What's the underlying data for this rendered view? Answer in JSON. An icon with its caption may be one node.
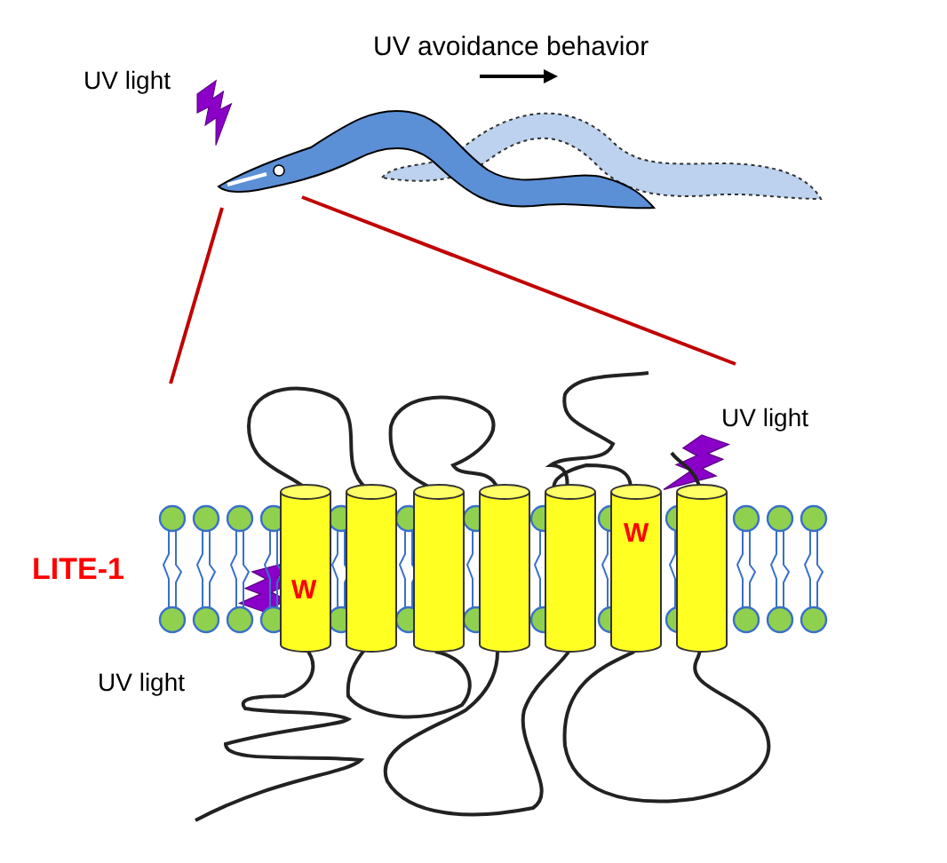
{
  "diagram": {
    "labels": [
      "UV avoidance behavior",
      "UV light",
      "UV light",
      "W",
      "LITE-1",
      "W",
      "UV light"
    ]
  }
}
